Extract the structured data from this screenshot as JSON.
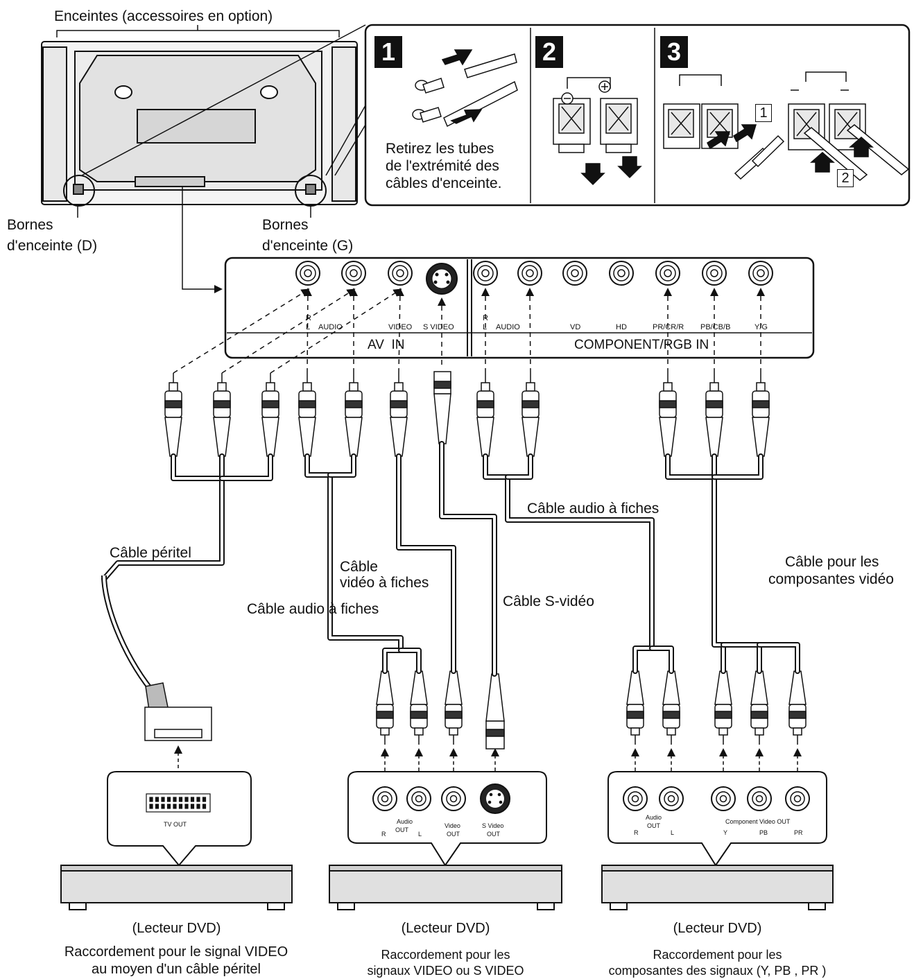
{
  "top_labels": {
    "speakers": "Enceintes (accessoires en option)",
    "terminal_right": [
      "Bornes",
      "d'enceinte (D)"
    ],
    "terminal_left": [
      "Bornes",
      "d'enceinte (G)"
    ]
  },
  "steps": {
    "step1_number": "1",
    "step2_number": "2",
    "step3_number": "3",
    "step1_text": [
      "Retirez les tubes",
      "de l'extrémité des",
      "câbles d'enceinte."
    ],
    "step3_markers": [
      "1",
      "2"
    ]
  },
  "panel": {
    "av_in": "AV  IN",
    "component_in": "COMPONENT/RGB IN",
    "jack_labels": [
      "R",
      "L",
      "AUDIO",
      "VIDEO",
      "S VIDEO",
      "R",
      "L",
      "AUDIO",
      "VD",
      "HD",
      "PR/CR/R",
      "PB/CB/B",
      "Y/G"
    ]
  },
  "cables": {
    "scart": "Câble péritel",
    "video_pin": [
      "Câble",
      "vidéo à fiches"
    ],
    "audio_pin_left": "Câble audio à fiches",
    "s_video": "Câble S-vidéo",
    "audio_pin_right": "Câble audio à fiches",
    "component": [
      "Câble pour les",
      "composantes vidéo"
    ]
  },
  "devices": {
    "dvd1": {
      "port_label": "TV OUT",
      "name": "(Lecteur DVD)",
      "caption": [
        "Raccordement pour le signal VIDEO",
        "au moyen d'un câble péritel"
      ]
    },
    "dvd2": {
      "port_labels": [
        "R",
        "Audio",
        "OUT",
        "L",
        "Video",
        "OUT",
        "S Video",
        "OUT"
      ],
      "name": "(Lecteur DVD)",
      "caption": [
        "Raccordement pour les",
        "signaux VIDEO ou S VIDEO"
      ]
    },
    "dvd3": {
      "port_labels": [
        "R",
        "Audio",
        "OUT",
        "L",
        "Component Video OUT",
        "Y",
        "PB",
        "PR"
      ],
      "name": "(Lecteur DVD)",
      "caption": [
        "Raccordement pour les",
        "composantes des signaux (Y, PB , PR )"
      ]
    }
  }
}
